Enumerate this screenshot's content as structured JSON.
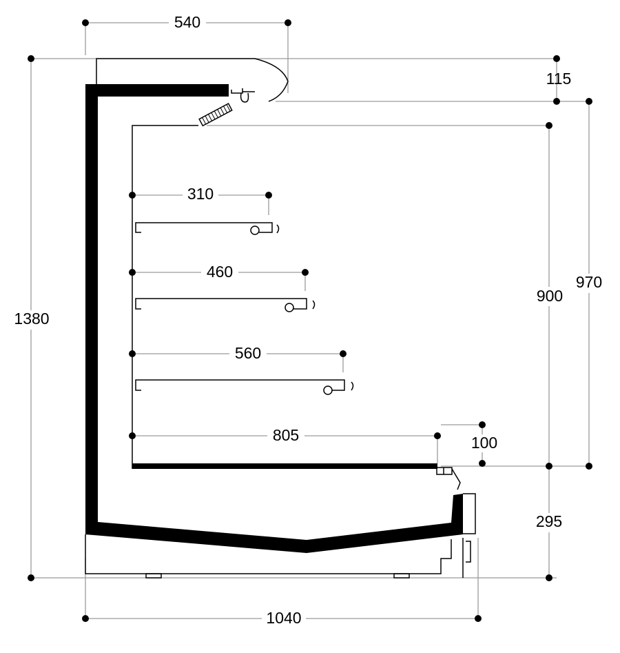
{
  "dimensions": {
    "top_width": "540",
    "overall_height": "1380",
    "canopy_height": "115",
    "display_height": "900",
    "upper_height": "970",
    "shelf1_depth": "310",
    "shelf2_depth": "460",
    "shelf3_depth": "560",
    "deck_depth": "805",
    "deck_lip": "100",
    "base_height": "295",
    "overall_depth": "1040"
  }
}
